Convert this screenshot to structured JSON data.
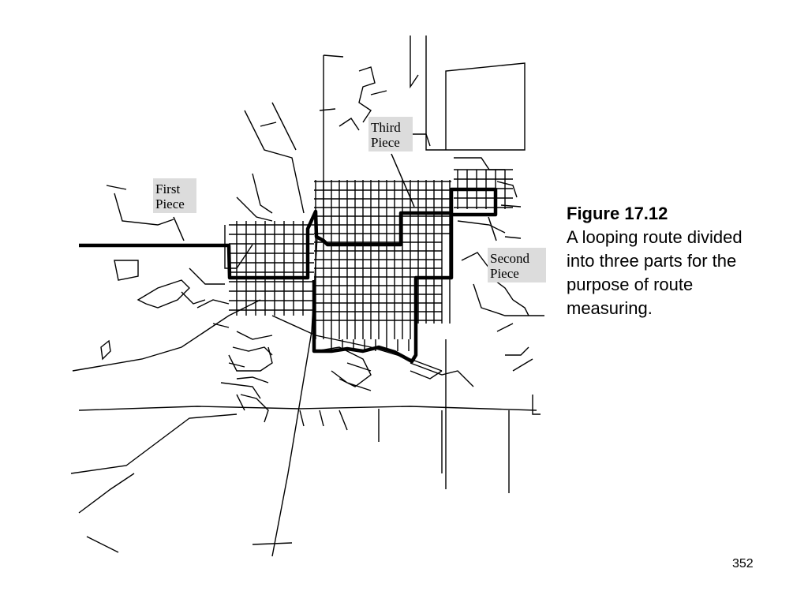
{
  "map": {
    "labels": [
      {
        "line1": "First",
        "line2": "Piece"
      },
      {
        "line1": "Second",
        "line2": "Piece"
      },
      {
        "line1": "Third",
        "line2": "Piece"
      }
    ],
    "colors": {
      "road": "#000000",
      "route": "#000000",
      "label_bg": "#dcdcdc",
      "background": "#ffffff"
    }
  },
  "caption": {
    "figure": "Figure 17.12",
    "text": "A looping route divided into three parts for the purpose of route measuring."
  },
  "page_number": "352"
}
